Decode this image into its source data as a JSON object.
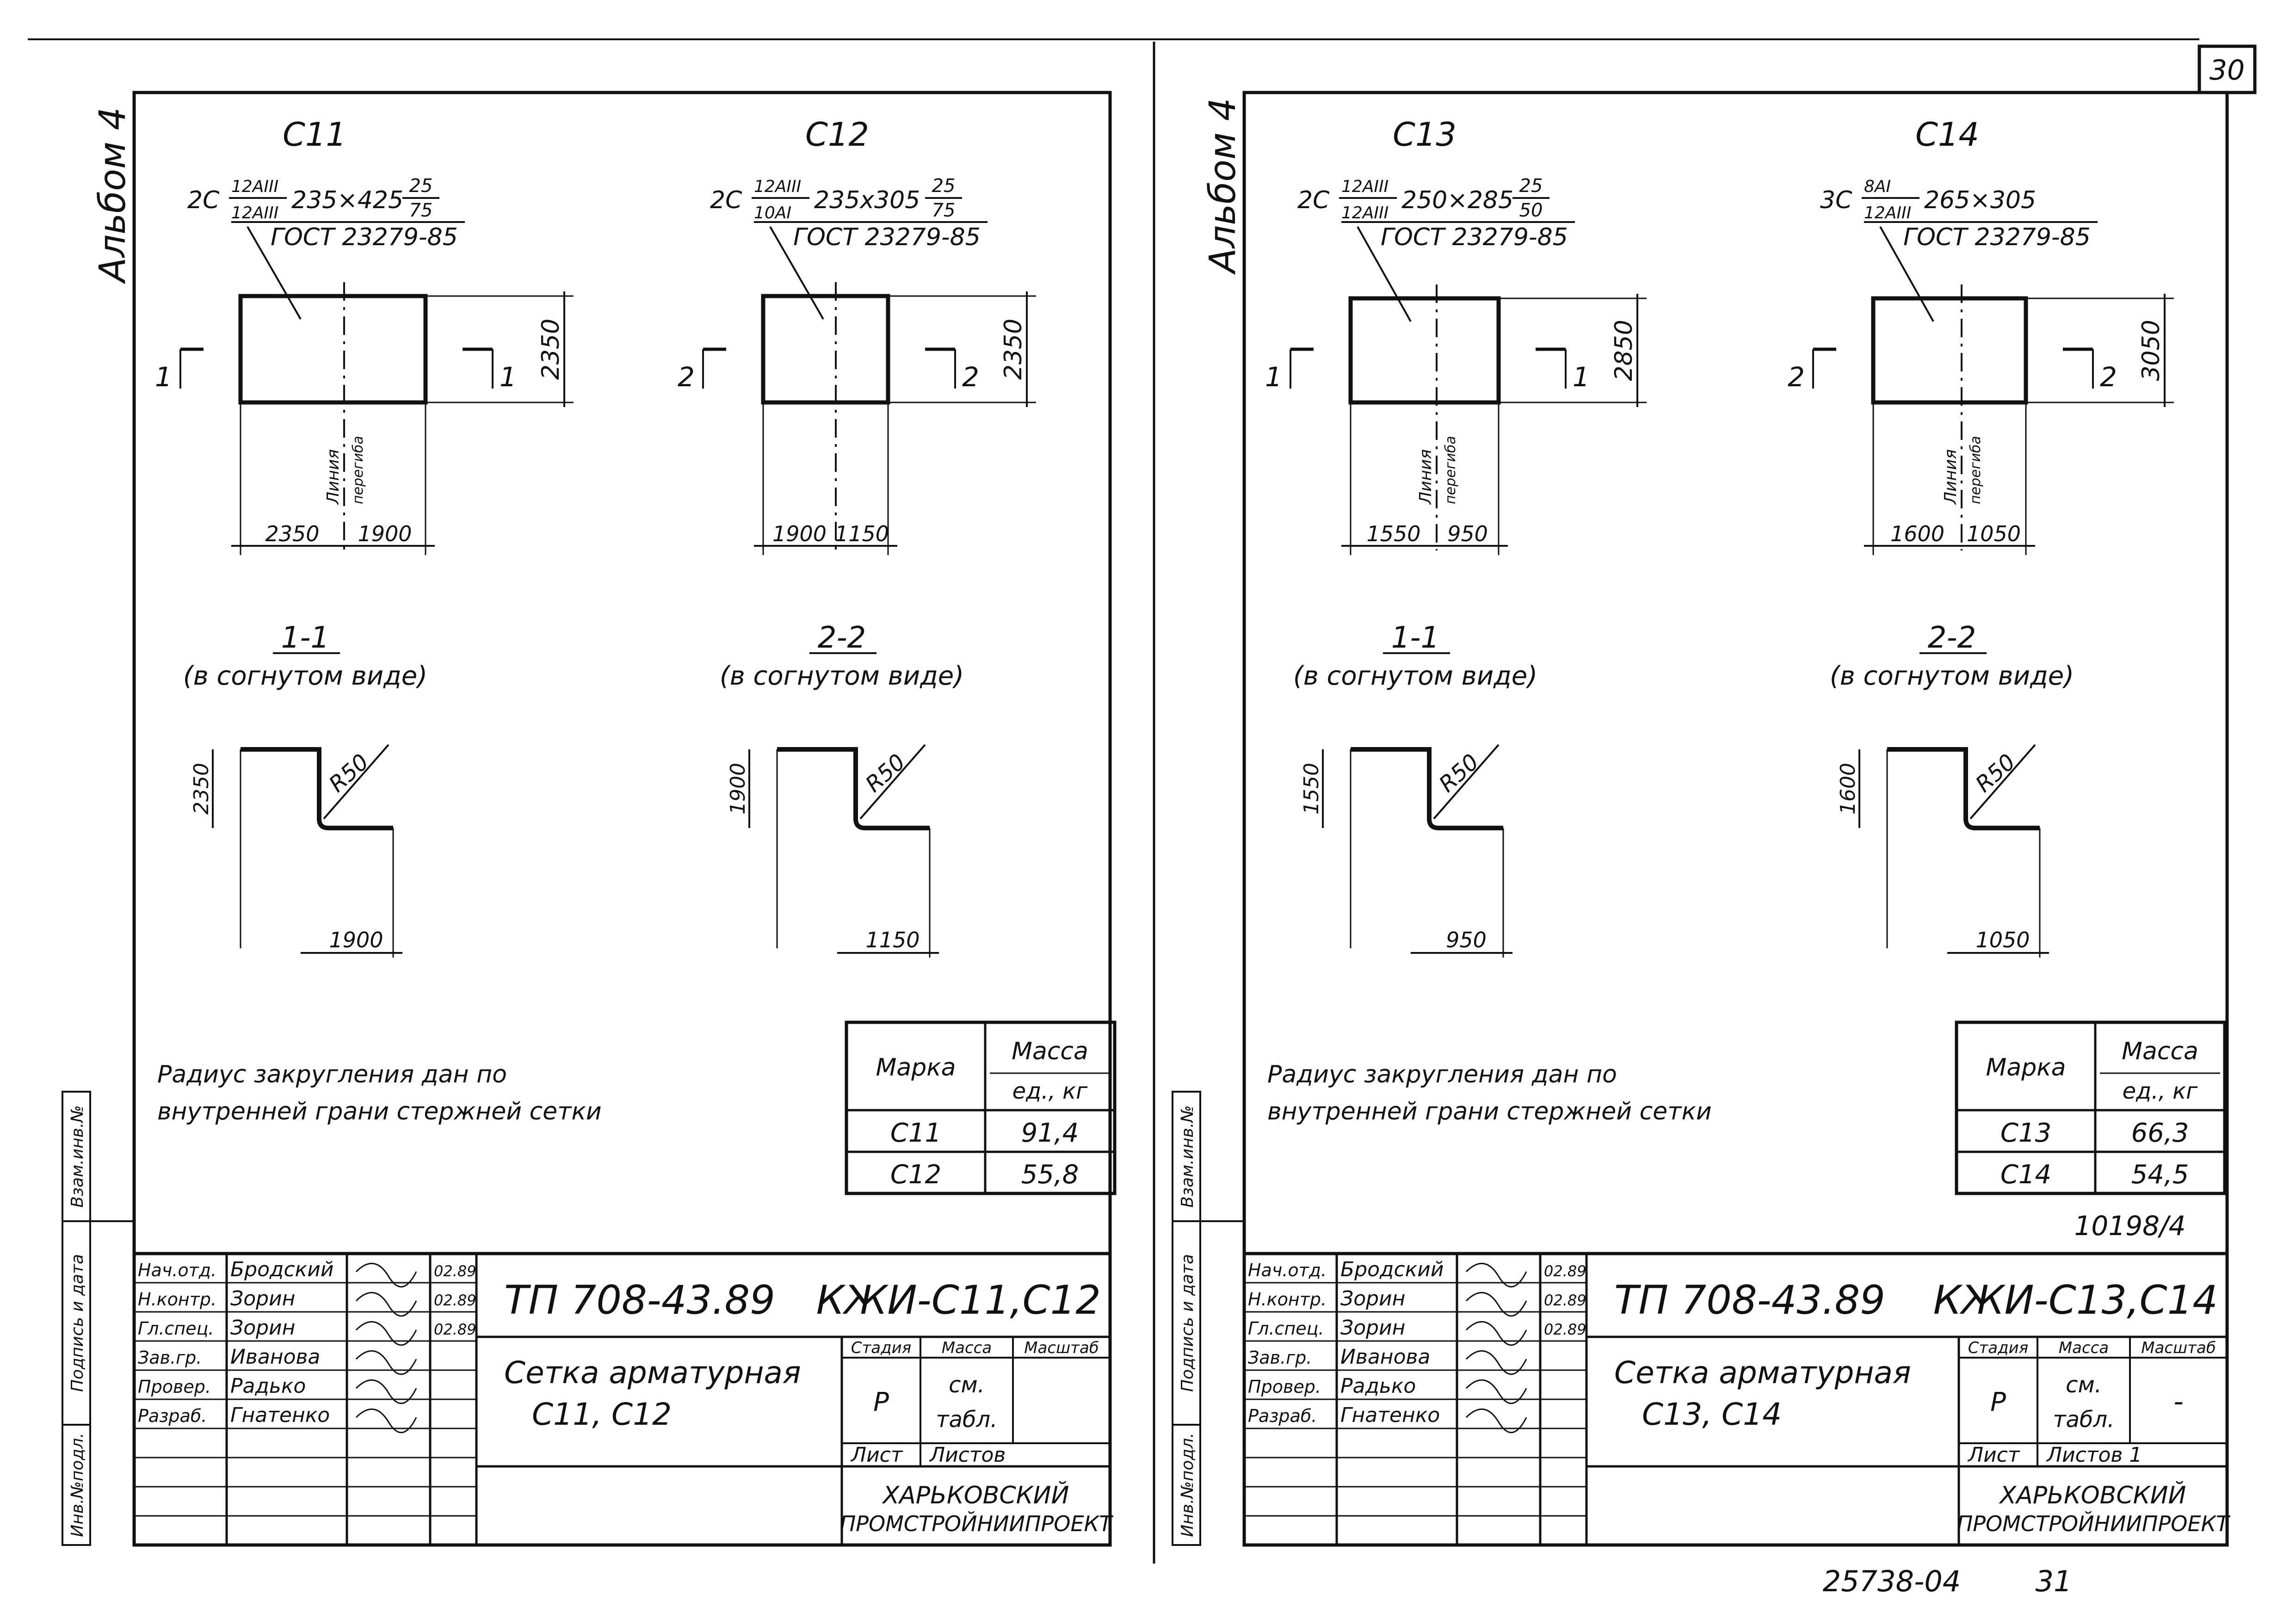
{
  "page_number": "30",
  "bottom_code": "25738-04",
  "bottom_page": "31",
  "sheets": [
    {
      "album": "Альбом 4",
      "meshes": [
        {
          "mark": "С11",
          "spec_count": "2С",
          "spec_bar_top": "12АIII",
          "spec_bar_bottom": "12АIII",
          "spec_dims": "235×425",
          "spec_step_top": "25",
          "spec_step_bottom": "75",
          "spec_gost": "ГОСТ 23279-85",
          "section": "1",
          "height": "2350",
          "dim_left": "2350",
          "dim_right": "1900",
          "fold_line_1": "Линия",
          "fold_line_2": "перегиба",
          "bent_title": "1-1",
          "bent_subtitle": "(в согнутом виде)",
          "bent_height": "2350",
          "bent_radius": "R50",
          "bent_width": "1900"
        },
        {
          "mark": "С12",
          "spec_count": "2С",
          "spec_bar_top": "12АIII",
          "spec_bar_bottom": "10АI",
          "spec_dims": "235х305",
          "spec_step_top": "25",
          "spec_step_bottom": "75",
          "spec_gost": "ГОСТ 23279-85",
          "section": "2",
          "height": "2350",
          "dim_left": "1900",
          "dim_right": "1150",
          "fold_line_1": "",
          "fold_line_2": "",
          "bent_title": "2-2",
          "bent_subtitle": "(в согнутом виде)",
          "bent_height": "1900",
          "bent_radius": "R50",
          "bent_width": "1150"
        }
      ],
      "note_line1": "Радиус закругления дан по",
      "note_line2": "внутренней грани стержней сетки",
      "mass_table": {
        "col_mark": "Марка",
        "col_mass_1": "Масса",
        "col_mass_2": "ед., кг",
        "rows": [
          {
            "mark": "С11",
            "mass": "91,4"
          },
          {
            "mark": "С12",
            "mass": "55,8"
          }
        ]
      },
      "inventory": "",
      "side_labels": [
        "Взам.инв.№",
        "Подпись и дата",
        "Инв.№подл."
      ],
      "stamp": {
        "roles": [
          {
            "role": "Нач.отд.",
            "name": "Бродский",
            "date": "02.89"
          },
          {
            "role": "Н.контр.",
            "name": "Зорин",
            "date": "02.89"
          },
          {
            "role": "Гл.спец.",
            "name": "Зорин",
            "date": "02.89"
          },
          {
            "role": "Зав.гр.",
            "name": "Иванова",
            "date": ""
          },
          {
            "role": "Провер.",
            "name": "Радько",
            "date": ""
          },
          {
            "role": "Разраб.",
            "name": "Гнатенко",
            "date": ""
          }
        ],
        "project": "ТП 708-43.89",
        "sheet_code": "КЖИ-С11,С12",
        "title_1": "Сетка арматурная",
        "title_2": "С11,  С12",
        "stage_label": "Стадия",
        "mass_label": "Масса",
        "scale_label": "Масштаб",
        "stage": "Р",
        "mass_1": "см.",
        "mass_2": "табл.",
        "scale": "",
        "sheet_label": "Лист",
        "sheets_label": "Листов",
        "org_1": "ХАРЬКОВСКИЙ",
        "org_2": "ПРОМСТРОЙНИИПРОЕКТ"
      }
    },
    {
      "album": "Альбом 4",
      "meshes": [
        {
          "mark": "С13",
          "spec_count": "2С",
          "spec_bar_top": "12АIII",
          "spec_bar_bottom": "12АIII",
          "spec_dims": "250×285",
          "spec_step_top": "25",
          "spec_step_bottom": "50",
          "spec_gost": "ГОСТ 23279-85",
          "section": "1",
          "height": "2850",
          "dim_left": "1550",
          "dim_right": "950",
          "fold_line_1": "Линия",
          "fold_line_2": "перегиба",
          "bent_title": "1-1",
          "bent_subtitle": "(в согнутом виде)",
          "bent_height": "1550",
          "bent_radius": "R50",
          "bent_width": "950"
        },
        {
          "mark": "С14",
          "spec_count": "3С",
          "spec_bar_top": "8АI",
          "spec_bar_bottom": "12АIII",
          "spec_dims": "265×305",
          "spec_step_top": "",
          "spec_step_bottom": "",
          "spec_gost": "ГОСТ 23279-85",
          "section": "2",
          "height": "3050",
          "dim_left": "1600",
          "dim_right": "1050",
          "fold_line_1": "Линия",
          "fold_line_2": "перегиба",
          "bent_title": "2-2",
          "bent_subtitle": "(в согнутом виде)",
          "bent_height": "1600",
          "bent_radius": "R50",
          "bent_width": "1050"
        }
      ],
      "note_line1": "Радиус закругления дан по",
      "note_line2": "внутренней грани стержней сетки",
      "mass_table": {
        "col_mark": "Марка",
        "col_mass_1": "Масса",
        "col_mass_2": "ед., кг",
        "rows": [
          {
            "mark": "С13",
            "mass": "66,3"
          },
          {
            "mark": "С14",
            "mass": "54,5"
          }
        ]
      },
      "inventory": "10198/4",
      "side_labels": [
        "Взам.инв.№",
        "Подпись и дата",
        "Инв.№подл."
      ],
      "stamp": {
        "roles": [
          {
            "role": "Нач.отд.",
            "name": "Бродский",
            "date": "02.89"
          },
          {
            "role": "Н.контр.",
            "name": "Зорин",
            "date": "02.89"
          },
          {
            "role": "Гл.спец.",
            "name": "Зорин",
            "date": "02.89"
          },
          {
            "role": "Зав.гр.",
            "name": "Иванова",
            "date": ""
          },
          {
            "role": "Провер.",
            "name": "Радько",
            "date": ""
          },
          {
            "role": "Разраб.",
            "name": "Гнатенко",
            "date": ""
          }
        ],
        "project": "ТП 708-43.89",
        "sheet_code": "КЖИ-С13,С14",
        "title_1": "Сетка арматурная",
        "title_2": "С13,  С14",
        "stage_label": "Стадия",
        "mass_label": "Масса",
        "scale_label": "Масштаб",
        "stage": "Р",
        "mass_1": "см.",
        "mass_2": "табл.",
        "scale": "-",
        "sheet_label": "Лист",
        "sheets_label": "Листов 1",
        "org_1": "ХАРЬКОВСКИЙ",
        "org_2": "ПРОМСТРОЙНИИПРОЕКТ"
      }
    }
  ]
}
